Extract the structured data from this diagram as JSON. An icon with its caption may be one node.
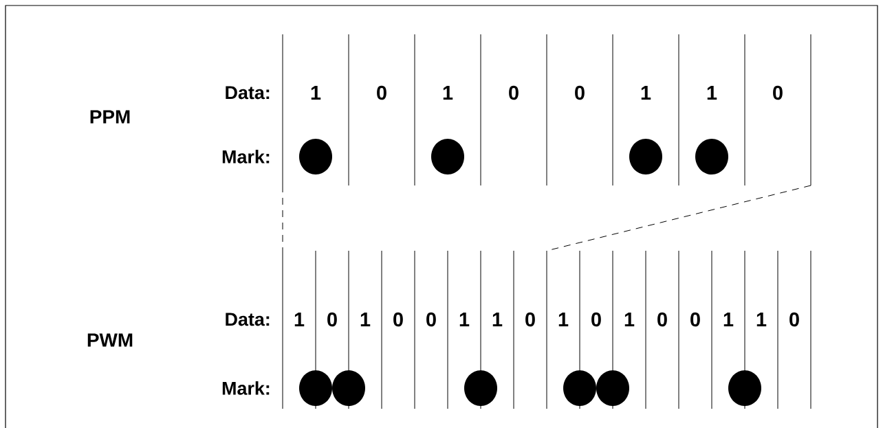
{
  "diagram": {
    "nodes": [
      {
        "text": [],
        "shape": "circle"
      },
      {
        "text": [],
        "shape": "circle"
      },
      {
        "text": [],
        "shape": "circle"
      },
      {
        "text": [],
        "shape": "circle"
      },
      {
        "text": [],
        "shape": "circle"
      },
      {
        "text": [],
        "shape": "circle"
      },
      {
        "text": [],
        "shape": "circle"
      },
      {
        "text": [],
        "shape": "circle"
      },
      {
        "text": [],
        "shape": "circle"
      },
      {
        "text": [],
        "shape": "circle"
      }
    ],
    "labels": [
      "PPM",
      "Data:",
      "1",
      "0",
      "1",
      "0",
      "0",
      "1",
      "1",
      "0",
      "Mark:",
      "PWM",
      "Data:",
      "1",
      "0",
      "1",
      "0",
      "0",
      "1",
      "1",
      "0",
      "1",
      "0",
      "1",
      "0",
      "0",
      "1",
      "1",
      "0",
      "Mark:"
    ]
  }
}
